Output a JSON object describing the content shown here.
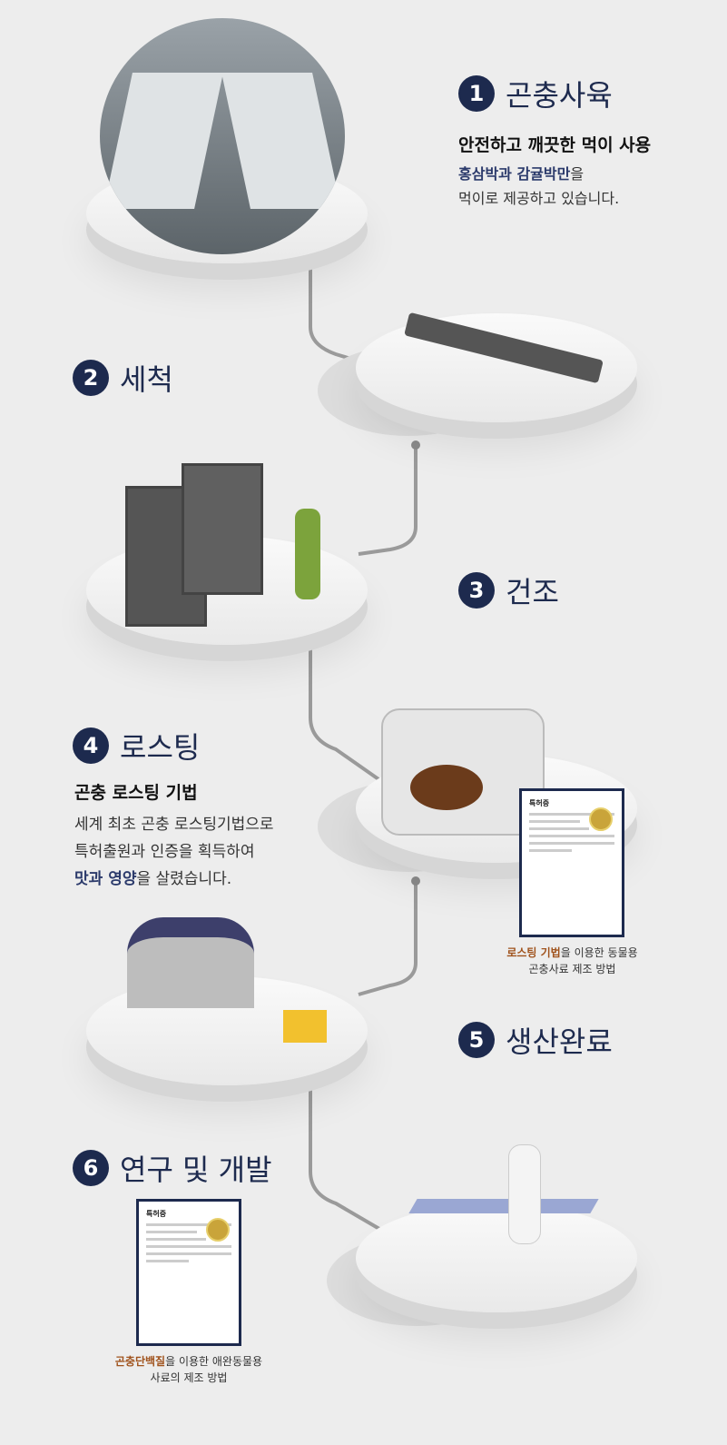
{
  "steps": [
    {
      "num": "1",
      "title": "곤충사육",
      "subtitle": "안전하고 깨끗한 먹이 사용",
      "desc_hl": "홍삼박과 감귤박만",
      "desc_1": "을",
      "desc_2": "먹이로 제공하고 있습니다."
    },
    {
      "num": "2",
      "title": "세척"
    },
    {
      "num": "3",
      "title": "건조"
    },
    {
      "num": "4",
      "title": "로스팅",
      "subtitle": "곤충 로스팅 기법",
      "desc_1": "세계 최초 곤충 로스팅기법으로",
      "desc_2": "특허출원과 인증을 획득하여",
      "desc_hl": "맛과 영양",
      "desc_3": "을 살렸습니다."
    },
    {
      "num": "5",
      "title": "생산완료"
    },
    {
      "num": "6",
      "title": "연구 및 개발"
    }
  ],
  "certificates": [
    {
      "header": "특허증",
      "caption_hl": "로스팅 기법",
      "caption_1": "을 이용한 동물용",
      "caption_2": "곤충사료 제조 방법"
    },
    {
      "header": "특허증",
      "caption_hl": "곤충단백질",
      "caption_1": "을 이용한 애완동물용",
      "caption_2": "사료의 제조 방법"
    }
  ],
  "colors": {
    "navy": "#1d2a4e",
    "highlight": "#a0531d"
  }
}
